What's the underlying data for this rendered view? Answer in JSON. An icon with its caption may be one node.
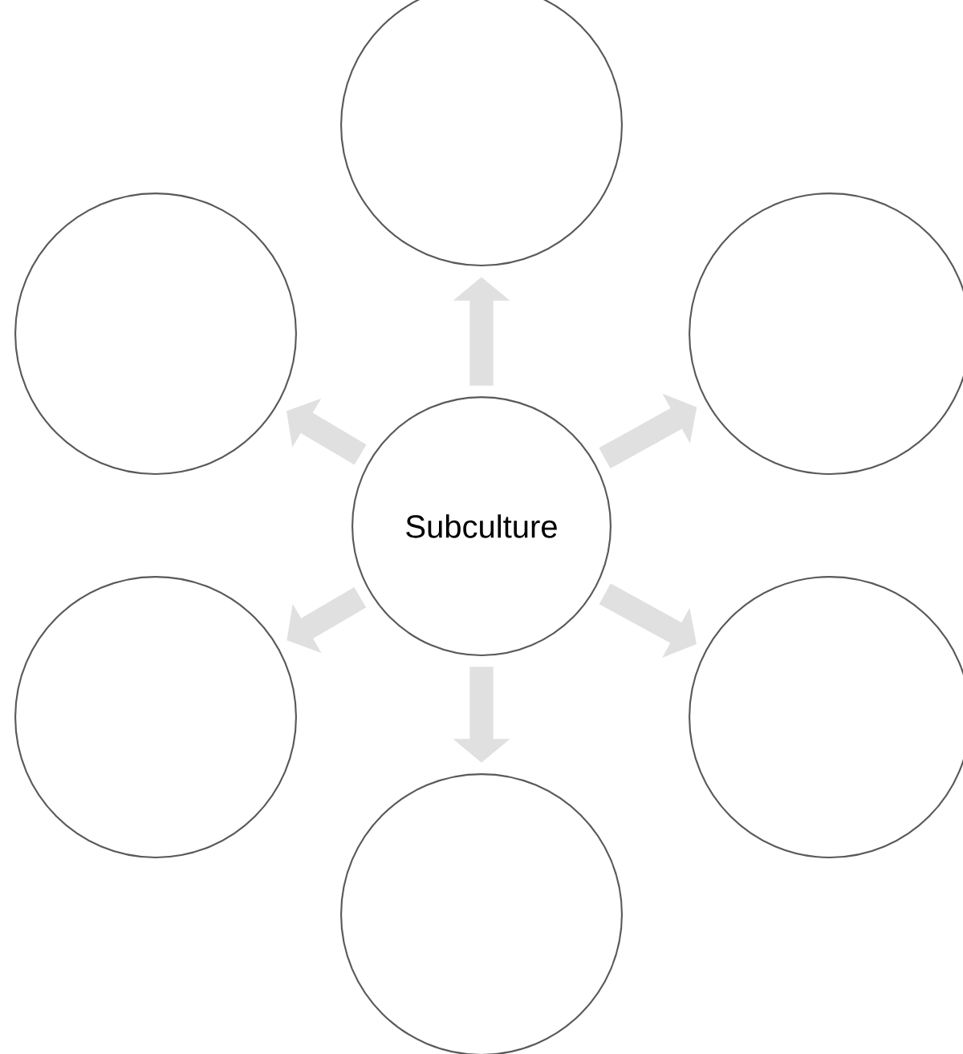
{
  "diagram": {
    "nodes": [
      {
        "text": [
          "Subculture"
        ]
      },
      {
        "text": [],
        "shape": "circle"
      },
      {
        "text": [],
        "shape": "circle"
      },
      {
        "text": [],
        "shape": "circle"
      },
      {
        "text": [],
        "shape": "circle"
      },
      {
        "text": [],
        "shape": "circle"
      },
      {
        "text": [],
        "shape": "circle"
      }
    ],
    "edges": [
      {
        "from": 0,
        "to": 1,
        "arrow": "to"
      },
      {
        "from": 0,
        "to": 2,
        "arrow": "to"
      },
      {
        "from": 0,
        "to": 3,
        "arrow": "to"
      },
      {
        "from": 0,
        "to": 4,
        "arrow": "to"
      },
      {
        "from": 0,
        "to": 5,
        "arrow": "to"
      },
      {
        "from": 0,
        "to": 6,
        "arrow": "to"
      }
    ]
  }
}
